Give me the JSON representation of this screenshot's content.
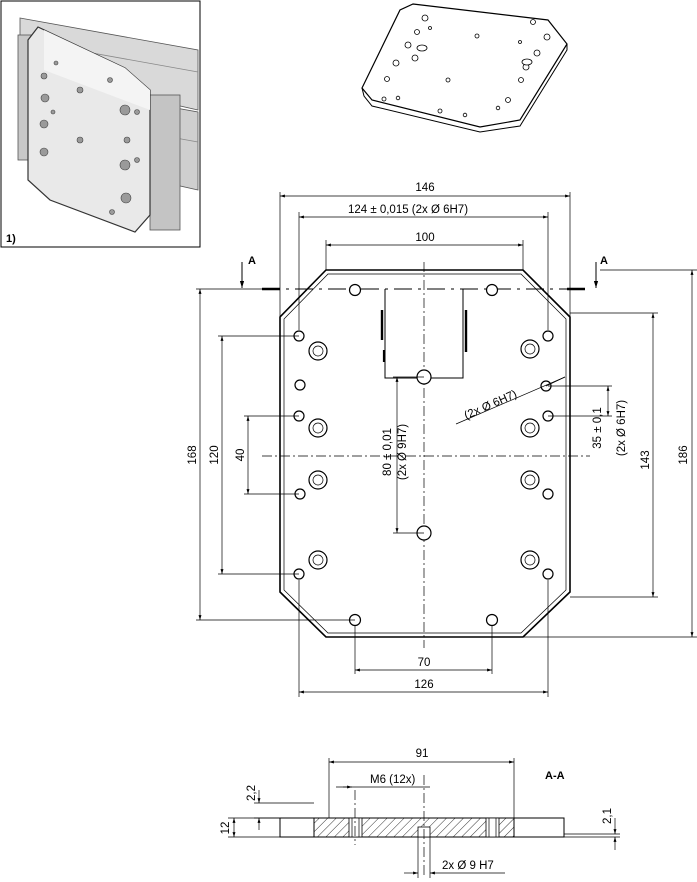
{
  "inset": {
    "label": "1)"
  },
  "plan_view": {
    "overall_width": "146",
    "pin_spacing": "124 ± 0,015 (2x Ø 6H7)",
    "top_slot_width": "100",
    "section_marker": "A",
    "left_height": "168",
    "inner_height": "120",
    "inner_small": "40",
    "center_vertical": "80 ± 0,01",
    "center_vertical_note": "(2x Ø 9H7)",
    "diag_note": "(2x Ø 6H7)",
    "right_small": "35 ± 0,1",
    "right_small_note": "(2x Ø 6H7)",
    "right_inner": "143",
    "right_overall": "186",
    "bottom_inner": "70",
    "bottom_overall": "126"
  },
  "section_view": {
    "label": "A-A",
    "top_width": "91",
    "thread_note": "M6 (12x)",
    "left_small": "2,2",
    "left_thickness": "12",
    "right_small": "2,1",
    "bottom_note": "2x Ø 9 H7"
  }
}
